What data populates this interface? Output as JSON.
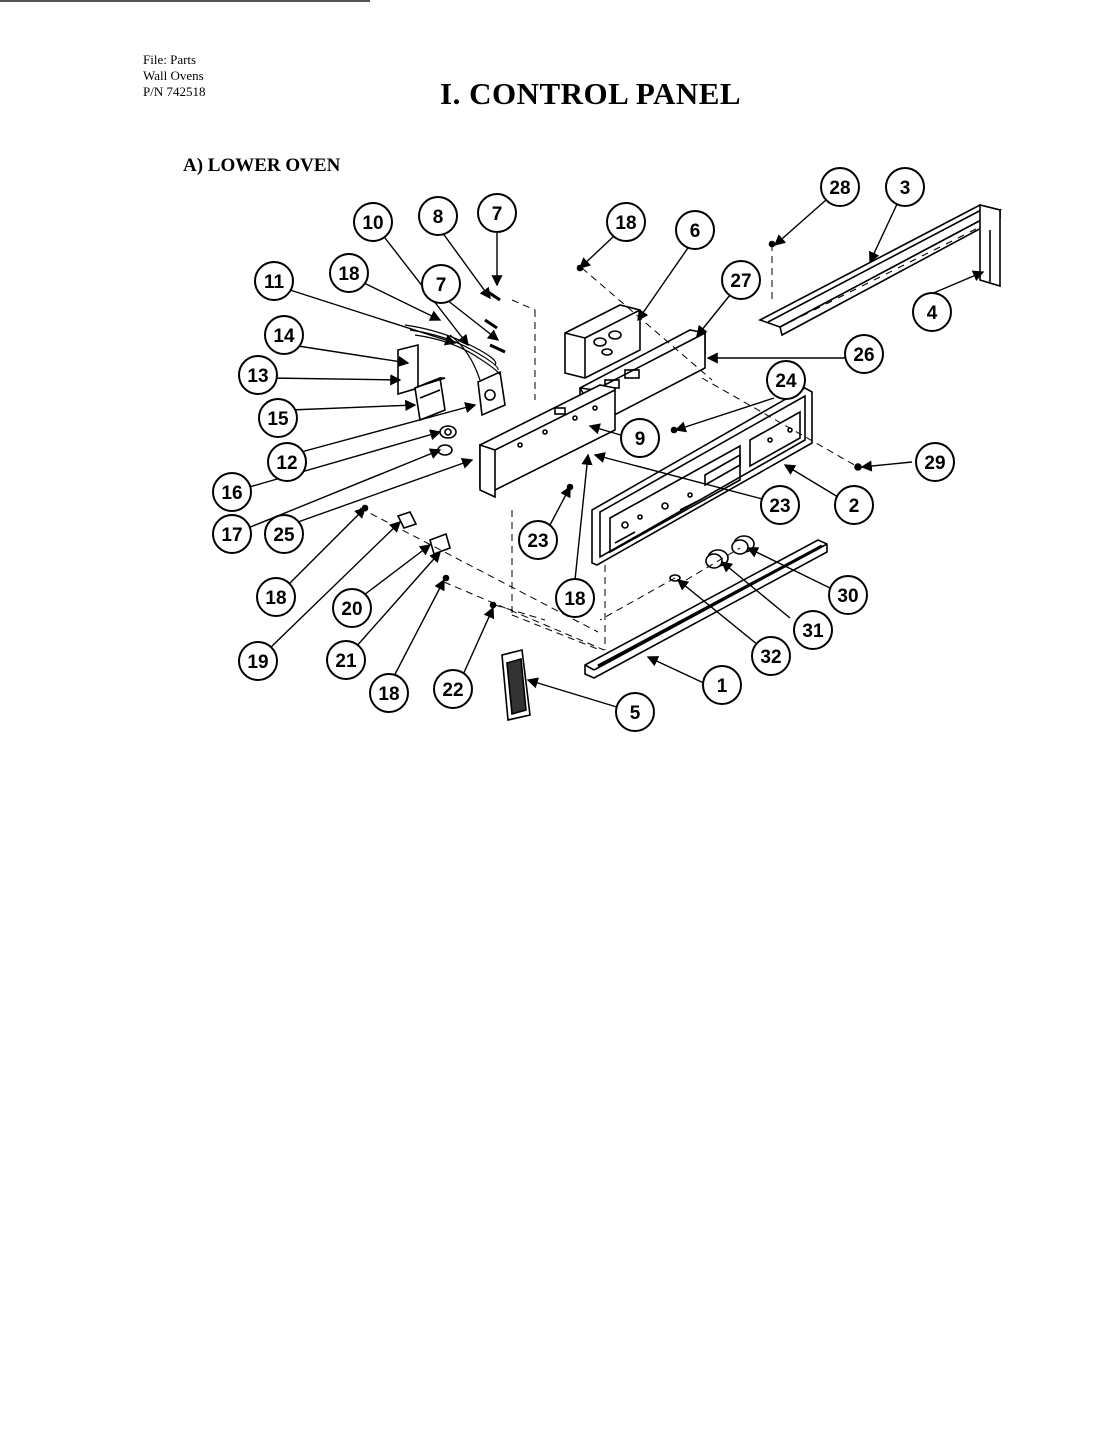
{
  "header": {
    "file_line1": "File: Parts",
    "file_line2": "Wall Ovens",
    "file_line3": "P/N 742518",
    "title": "I. CONTROL PANEL",
    "subtitle": "A) LOWER OVEN"
  },
  "callouts": [
    {
      "id": "c28",
      "label": "28"
    },
    {
      "id": "c3",
      "label": "3"
    },
    {
      "id": "c4",
      "label": "4"
    },
    {
      "id": "c10",
      "label": "10"
    },
    {
      "id": "c8",
      "label": "8"
    },
    {
      "id": "c7a",
      "label": "7"
    },
    {
      "id": "c18a",
      "label": "18"
    },
    {
      "id": "c6",
      "label": "6"
    },
    {
      "id": "c27",
      "label": "27"
    },
    {
      "id": "c11",
      "label": "11"
    },
    {
      "id": "c18b",
      "label": "18"
    },
    {
      "id": "c7b",
      "label": "7"
    },
    {
      "id": "c14",
      "label": "14"
    },
    {
      "id": "c26",
      "label": "26"
    },
    {
      "id": "c13",
      "label": "13"
    },
    {
      "id": "c24",
      "label": "24"
    },
    {
      "id": "c15",
      "label": "15"
    },
    {
      "id": "c9",
      "label": "9"
    },
    {
      "id": "c29",
      "label": "29"
    },
    {
      "id": "c12",
      "label": "12"
    },
    {
      "id": "c16",
      "label": "16"
    },
    {
      "id": "c23a",
      "label": "23"
    },
    {
      "id": "c2",
      "label": "2"
    },
    {
      "id": "c17",
      "label": "17"
    },
    {
      "id": "c25",
      "label": "25"
    },
    {
      "id": "c23b",
      "label": "23"
    },
    {
      "id": "c30",
      "label": "30"
    },
    {
      "id": "c18c",
      "label": "18"
    },
    {
      "id": "c18d",
      "label": "18"
    },
    {
      "id": "c20",
      "label": "20"
    },
    {
      "id": "c31",
      "label": "31"
    },
    {
      "id": "c19",
      "label": "19"
    },
    {
      "id": "c21",
      "label": "21"
    },
    {
      "id": "c32",
      "label": "32"
    },
    {
      "id": "c1",
      "label": "1"
    },
    {
      "id": "c18e",
      "label": "18"
    },
    {
      "id": "c22",
      "label": "22"
    },
    {
      "id": "c5",
      "label": "5"
    }
  ]
}
